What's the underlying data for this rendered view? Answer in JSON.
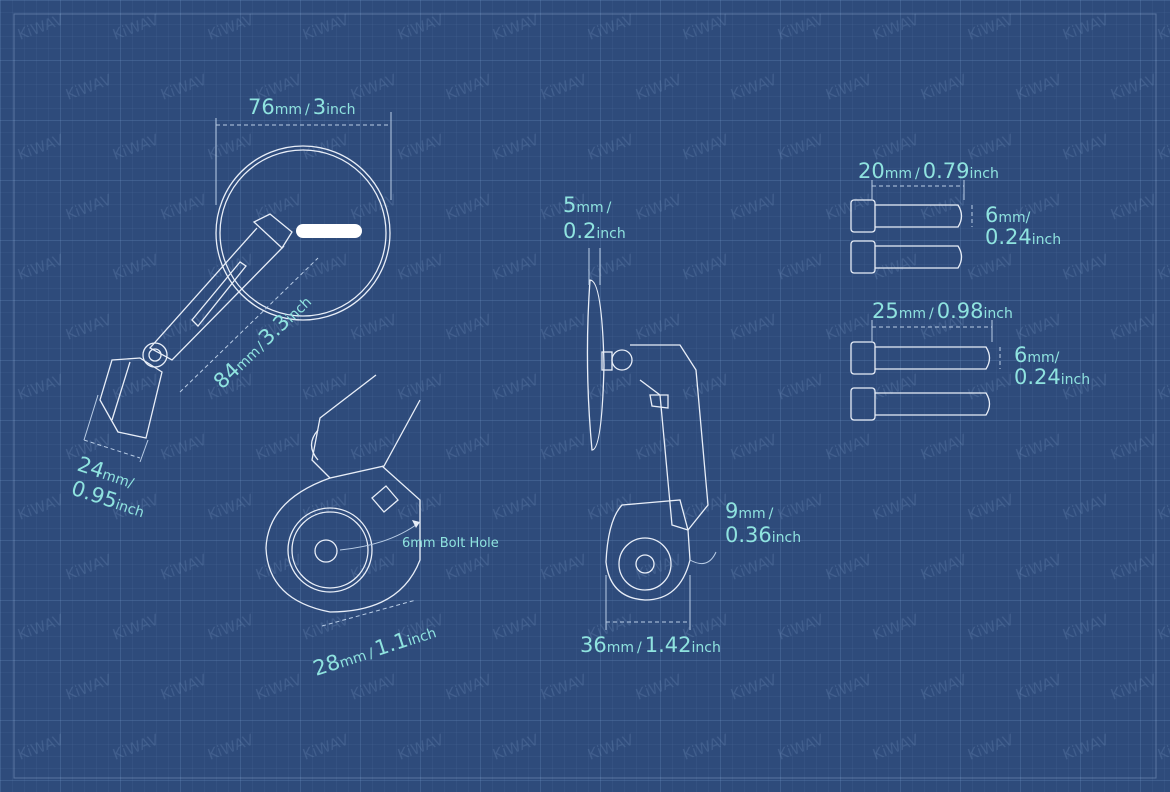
{
  "watermark": "KiWAV",
  "colors": {
    "background": "#2e4b7b",
    "label": "#8fe3df",
    "line": "#e8eef8"
  },
  "dimensions": {
    "mirror_diameter": {
      "value": "76",
      "unit": "mm",
      "sep": "/",
      "value2": "3",
      "unit2": "inch"
    },
    "arm_length": {
      "value": "84",
      "unit": "mm",
      "sep": "/",
      "value2": "3.3",
      "unit2": "inch"
    },
    "clamp_width": {
      "value": "24",
      "unit": "mm",
      "sep": "/",
      "value2": "0.95",
      "unit2": "inch"
    },
    "clamp_diameter": {
      "value": "28",
      "unit": "mm",
      "sep": "/",
      "value2": "1.1",
      "unit2": "inch"
    },
    "bolt_hole": {
      "text": "6mm Bolt Hole"
    },
    "mirror_thickness": {
      "value": "5",
      "unit": "mm",
      "sep": "/",
      "value2": "0.2",
      "unit2": "inch"
    },
    "clamp_depth": {
      "value": "9",
      "unit": "mm",
      "sep": "/",
      "value2": "0.36",
      "unit2": "inch"
    },
    "clamp_height": {
      "value": "36",
      "unit": "mm",
      "sep": "/",
      "value2": "1.42",
      "unit2": "inch"
    },
    "bolt_short_length": {
      "value": "20",
      "unit": "mm",
      "sep": "/",
      "value2": "0.79",
      "unit2": "inch"
    },
    "bolt_short_dia": {
      "value": "6",
      "unit": "mm",
      "sep": "/",
      "value2": "0.24",
      "unit2": "inch"
    },
    "bolt_long_length": {
      "value": "25",
      "unit": "mm",
      "sep": "/",
      "value2": "0.98",
      "unit2": "inch"
    },
    "bolt_long_dia": {
      "value": "6",
      "unit": "mm",
      "sep": "/",
      "value2": "0.24",
      "unit2": "inch"
    }
  }
}
